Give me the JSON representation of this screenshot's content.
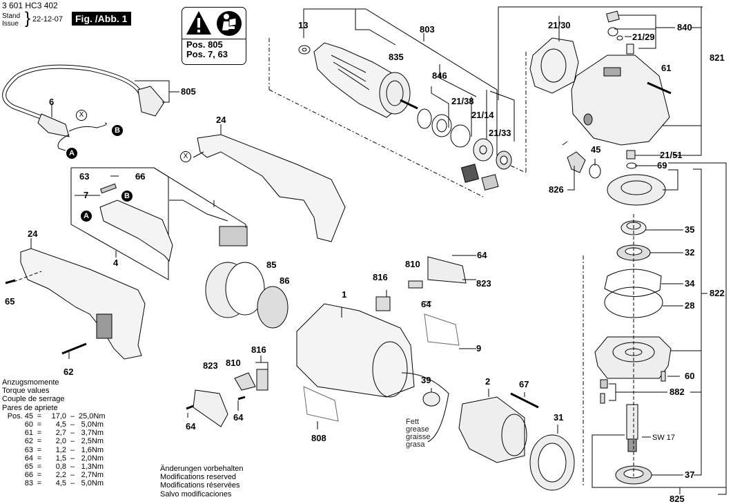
{
  "header": {
    "part_number": "3 601 HC3 402",
    "stand_label": "Stand",
    "issue_label": "Issue",
    "date": "22-12-07",
    "figure": "Fig. /Abb. 1"
  },
  "warning_box": {
    "icons": [
      "warning-triangle-icon",
      "read-manual-icon"
    ],
    "line1": "Pos. 805",
    "line2": "Pos. 7, 63"
  },
  "callouts": {
    "c13": "13",
    "c803": "803",
    "c835": "835",
    "c846": "846",
    "c21_38": "21/38",
    "c21_14": "21/14",
    "c21_33": "21/33",
    "c21_30": "21/30",
    "c840": "840",
    "c21_29": "21/29",
    "c821": "821",
    "c61": "61",
    "c45": "45",
    "c21_51": "21/51",
    "c69": "69",
    "c826": "826",
    "c35": "35",
    "c32": "32",
    "c34": "34",
    "c28": "28",
    "c822": "822",
    "c60": "60",
    "c882": "882",
    "sw17": "SW 17",
    "c37": "37",
    "c825": "825",
    "c805": "805",
    "c6": "6",
    "c24a": "24",
    "c24b": "24",
    "c63": "63",
    "c66": "66",
    "c7": "7",
    "c4": "4",
    "c65": "65",
    "c62": "62",
    "c85": "85",
    "c86": "86",
    "c1": "1",
    "c816a": "816",
    "c810a": "810",
    "c64a": "64",
    "c64b": "64",
    "c823a": "823",
    "c9": "9",
    "c816b": "816",
    "c810b": "810",
    "c823b": "823",
    "c64c": "64",
    "c64d": "64",
    "c808": "808",
    "c39": "39",
    "c2": "2",
    "c67": "67",
    "c31": "31"
  },
  "markers": {
    "A": "A",
    "B": "B",
    "X": "X"
  },
  "grease_note": [
    "Fett",
    "grease",
    "graisse",
    "grasa"
  ],
  "torque": {
    "headings": [
      "Anzugsmomente",
      "Torque values",
      "Couple de serrage",
      "Pares de apriete"
    ],
    "prefix": "Pos.",
    "rows": [
      {
        "pos": "45",
        "min": "17,0",
        "max": "25,0Nm"
      },
      {
        "pos": "60",
        "min": "4,5",
        "max": "5,0Nm"
      },
      {
        "pos": "61",
        "min": "2,7",
        "max": "3,7Nm"
      },
      {
        "pos": "62",
        "min": "2,0",
        "max": "2,5Nm"
      },
      {
        "pos": "63",
        "min": "1,2",
        "max": "1,6Nm"
      },
      {
        "pos": "64",
        "min": "1,5",
        "max": "2,0Nm"
      },
      {
        "pos": "65",
        "min": "0,8",
        "max": "1,3Nm"
      },
      {
        "pos": "66",
        "min": "2,2",
        "max": "2,7Nm"
      },
      {
        "pos": "83",
        "min": "4,5",
        "max": "5,0Nm"
      }
    ]
  },
  "modifications": [
    "Änderungen vorbehalten",
    "Modifications reserved",
    "Modifications réservées",
    "Salvo modificaciones"
  ]
}
